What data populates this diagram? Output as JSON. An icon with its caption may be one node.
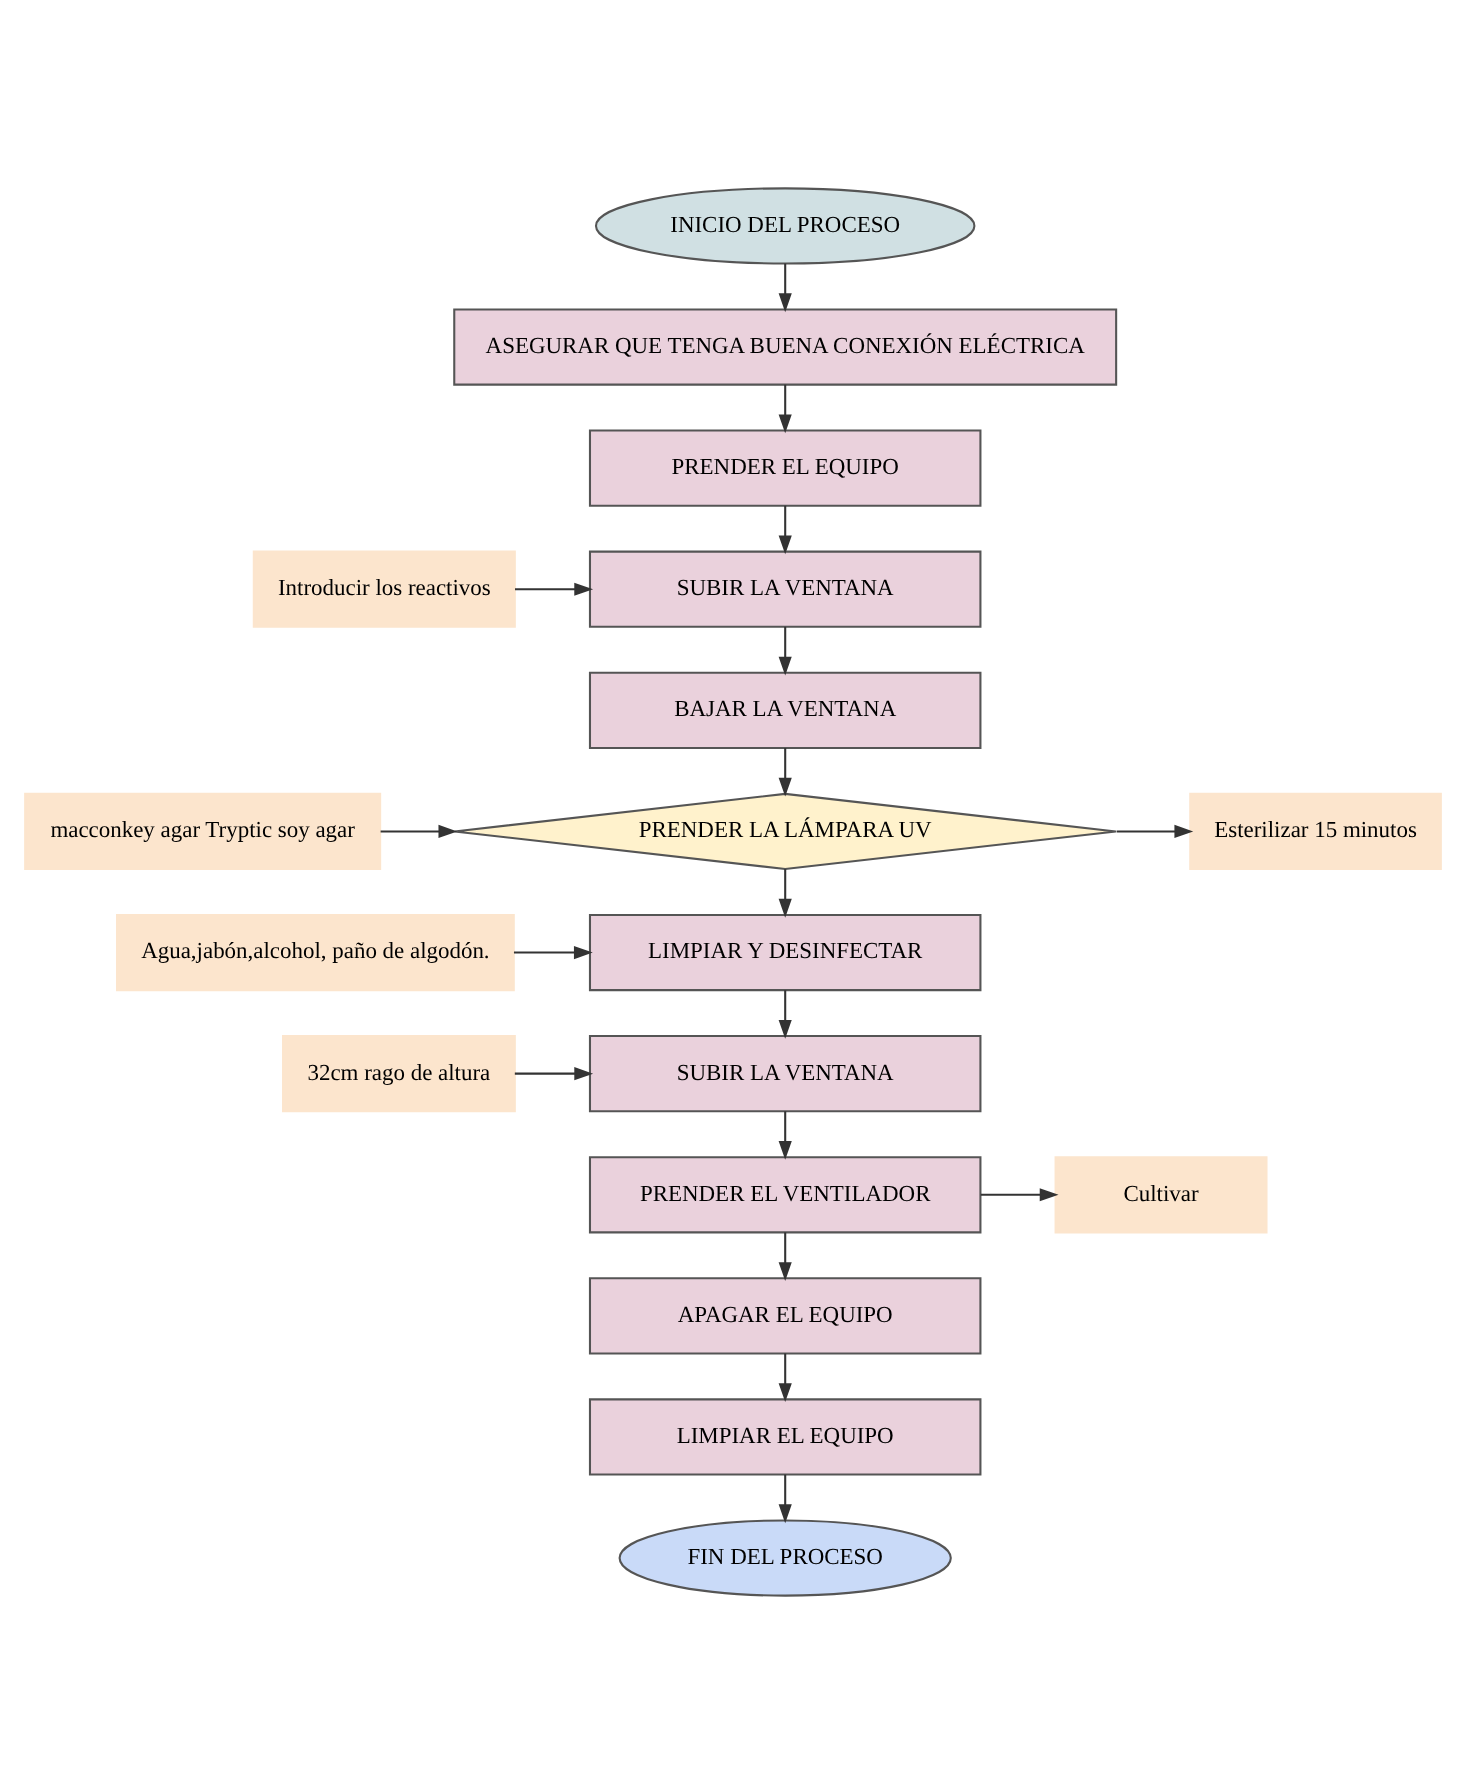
{
  "diagram": {
    "nodes": [
      {
        "text": [
          "INICIO DEL PROCESO"
        ]
      },
      {
        "text": [
          "ASEGURAR QUE TENGA BUENA CONEXIÓN ELÉCTRICA"
        ]
      },
      {
        "text": [
          "PRENDER EL EQUIPO"
        ]
      },
      {
        "text": [
          "Introducir los reactivos"
        ]
      },
      {
        "text": [
          "SUBIR LA VENTANA"
        ]
      },
      {
        "text": [
          "BAJAR LA VENTANA"
        ]
      },
      {
        "text": [
          "macconkey agar Tryptic soy agar"
        ]
      },
      {
        "text": [
          "PRENDER LA LÁMPARA UV"
        ]
      },
      {
        "text": [
          "Esterilizar 15 minutos"
        ]
      },
      {
        "text": [
          "Agua,jabón,alcohol, paño de algodón."
        ]
      },
      {
        "text": [
          "LIMPIAR Y DESINFECTAR"
        ]
      },
      {
        "text": [
          "32cm rago de altura"
        ]
      },
      {
        "text": [
          "SUBIR LA VENTANA"
        ]
      },
      {
        "text": [
          "PRENDER EL VENTILADOR"
        ]
      },
      {
        "text": [
          "Cultivar"
        ]
      },
      {
        "text": [
          "APAGAR EL EQUIPO"
        ]
      },
      {
        "text": [
          "LIMPIAR EL EQUIPO"
        ]
      },
      {
        "text": [
          "FIN DEL PROCESO"
        ]
      }
    ],
    "edges": [
      {
        "from": 0,
        "to": 1,
        "arrow": "to"
      },
      {
        "from": 1,
        "to": 2,
        "arrow": "to"
      },
      {
        "from": 2,
        "to": 4,
        "arrow": "to"
      },
      {
        "from": 3,
        "to": 4,
        "arrow": "to"
      },
      {
        "from": 4,
        "to": 5,
        "arrow": "to"
      },
      {
        "from": 5,
        "to": 7,
        "arrow": "to"
      },
      {
        "from": 6,
        "to": 7,
        "arrow": "to"
      },
      {
        "from": 7,
        "to": 8,
        "arrow": "to"
      },
      {
        "from": 7,
        "to": 10,
        "arrow": "to"
      },
      {
        "from": 9,
        "to": 10,
        "arrow": "to"
      },
      {
        "from": 10,
        "to": 12,
        "arrow": "to"
      },
      {
        "from": 11,
        "to": 12,
        "arrow": "to"
      },
      {
        "from": 12,
        "to": 13,
        "arrow": "to"
      },
      {
        "from": 13,
        "to": 14,
        "arrow": "to"
      },
      {
        "from": 13,
        "to": 15,
        "arrow": "to"
      },
      {
        "from": 15,
        "to": 16,
        "arrow": "to"
      },
      {
        "from": 16,
        "to": 17,
        "arrow": "to"
      }
    ]
  }
}
